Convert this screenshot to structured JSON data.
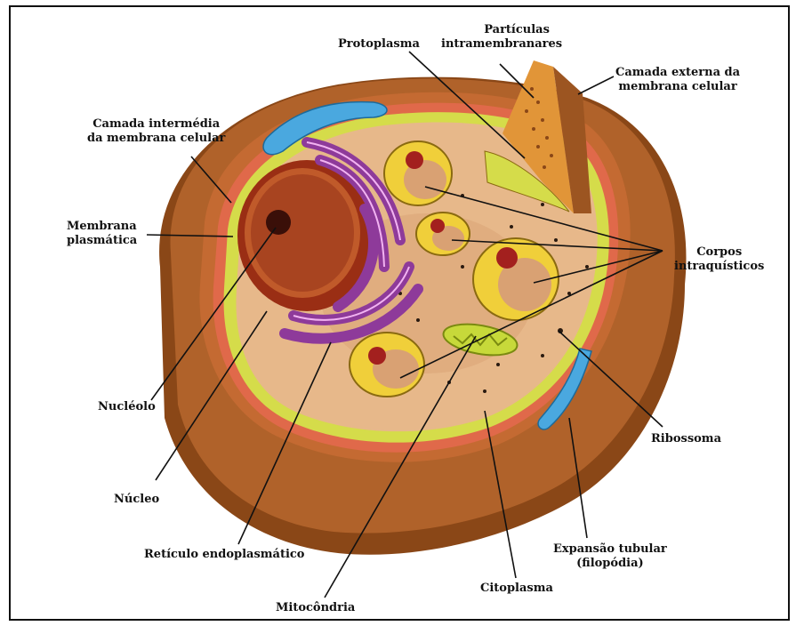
{
  "labels": {
    "protoplasma": "Protoplasma",
    "particulas_l1": "Partículas",
    "particulas_l2": "intramembranares",
    "camada_externa_l1": "Camada externa da",
    "camada_externa_l2": "membrana celular",
    "camada_intermedia_l1": "Camada intermédia",
    "camada_intermedia_l2": "da membrana celular",
    "membrana_plasmatica_l1": "Membrana",
    "membrana_plasmatica_l2": "plasmática",
    "corpos_l1": "Corpos",
    "corpos_l2": "intraquísticos",
    "nucleolo": "Nucléolo",
    "ribossoma": "Ribossoma",
    "nucleo": "Núcleo",
    "expansao_l1": "Expansão tubular",
    "expansao_l2": "(filopódia)",
    "reticulo": "Retículo endoplasmático",
    "citoplasma": "Citoplasma",
    "mitocondria": "Mitocôndria"
  },
  "colors": {
    "outer_layer": "#b0622a",
    "outer_layer_dark": "#8a4717",
    "intermediate_layer": "#e0694a",
    "plasma_membrane": "#d5dc4a",
    "cytoplasm": "#e7b88a",
    "nucleus": "#9a2e14",
    "reticulum": "#8e3a9a",
    "intracystic_bodies": "#f0cf3a",
    "nucleolus": "#a3201e",
    "filopodia": "#4aa8df",
    "mitochondria": "#c7d93a"
  }
}
